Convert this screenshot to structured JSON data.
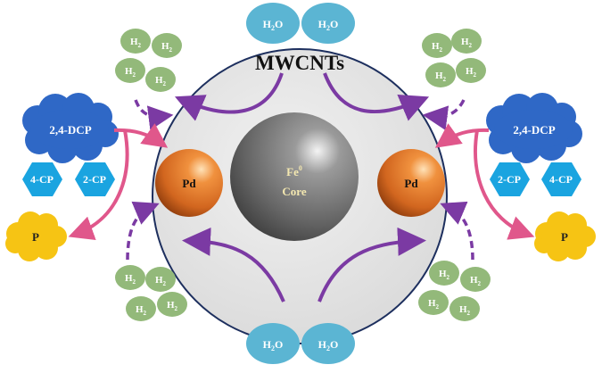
{
  "title": "MWCNTs",
  "core": {
    "line1": "Fe",
    "sup": "0",
    "line2": "Core"
  },
  "pd_label": "Pd",
  "h2": {
    "base": "H",
    "sub": "2"
  },
  "h2o": {
    "base": "H",
    "sub": "2",
    "tail": "O"
  },
  "reactant_label": "2,4-DCP",
  "product_label": "P",
  "intermediates": {
    "left": [
      "4-CP",
      "2-CP"
    ],
    "right": [
      "2-CP",
      "4-CP"
    ]
  },
  "colors": {
    "h2": "#93b97a",
    "h2o": "#5bb5d3",
    "cloud": "#2f68c6",
    "hex": "#1aa4e0",
    "product": "#f6c414",
    "arrow_purple": "#7b3aa3",
    "arrow_pink": "#e0578b",
    "pd": "#e3772d",
    "core": "#6e6e6e",
    "sphere_fill": "#e3e3e3",
    "sphere_edge": "#1d2f5e"
  }
}
